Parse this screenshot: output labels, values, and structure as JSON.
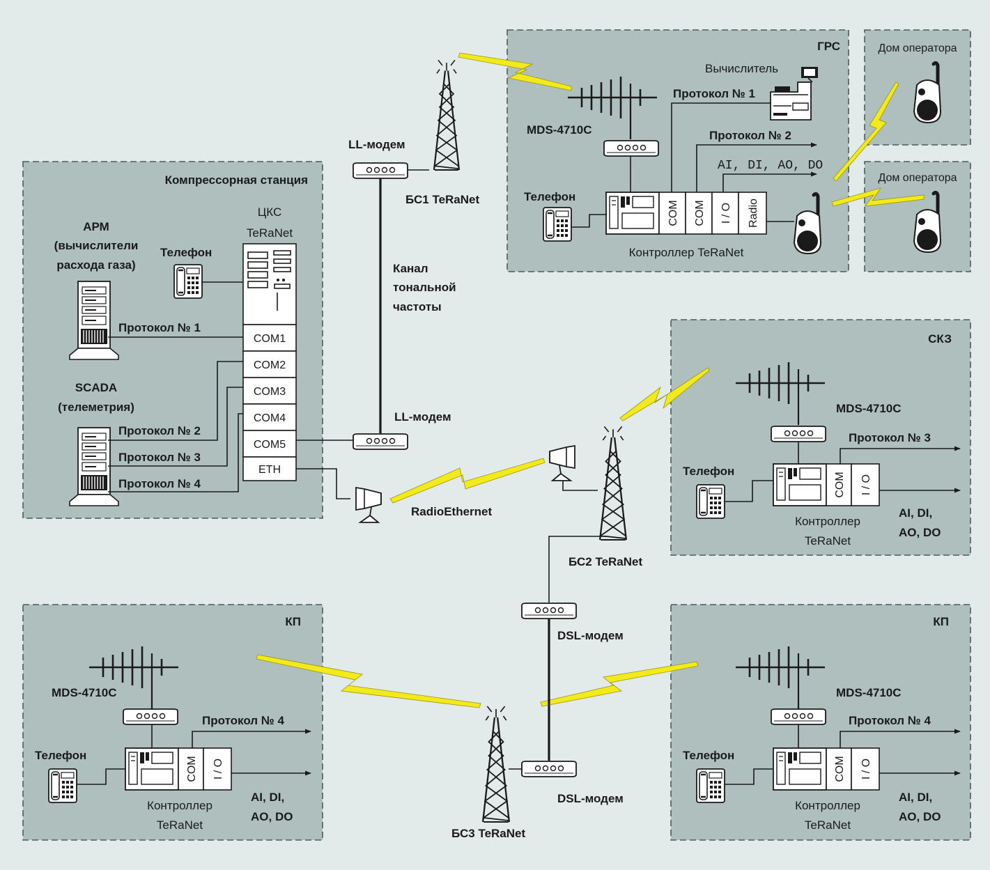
{
  "zones": {
    "compressor": "Компрессорная станция",
    "grs": "ГРС",
    "operator_top": "Дом оператора",
    "operator_bottom": "Дом оператора",
    "skz": "СКЗ",
    "kp_left": "КП",
    "kp_right": "КП"
  },
  "compressor": {
    "arm": [
      "АРМ",
      "(вычислители",
      "расхода газа)"
    ],
    "scada": [
      "SCADA",
      "(телеметрия)"
    ],
    "cks": [
      "ЦКС",
      "TeRaNet"
    ],
    "phone": "Телефон",
    "ports": [
      "COM1",
      "COM2",
      "COM3",
      "COM4",
      "COM5",
      "ETH"
    ],
    "protocols": [
      "Протокол № 1",
      "Протокол № 2",
      "Протокол № 3",
      "Протокол № 4"
    ]
  },
  "network": {
    "ll_modem_top": "LL-модем",
    "ll_modem_bottom": "LL-модем",
    "bs1": "БС1 TeRaNet",
    "bs2": "БС2 TeRaNet",
    "bs3": "БС3 TeRaNet",
    "channel": [
      "Канал",
      "тональной",
      "частоты"
    ],
    "radioethernet": "RadioEthernet",
    "dsl_top": "DSL-модем",
    "dsl_bottom": "DSL-модем"
  },
  "grs": {
    "radio": "MDS-4710C",
    "computer": "Вычислитель",
    "protocol1": "Протокол № 1",
    "protocol2": "Протокол № 2",
    "signals": "AI, DI, AO, DO",
    "phone": "Телефон",
    "controller": "Контроллер TeRaNet",
    "ports": [
      "COM",
      "COM",
      "I / O",
      "Radio"
    ]
  },
  "skz": {
    "radio": "MDS-4710C",
    "protocol": "Протокол № 3",
    "phone": "Телефон",
    "controller": [
      "Контроллер",
      "TeRaNet"
    ],
    "signals": [
      "AI, DI,",
      "AO, DO"
    ],
    "ports": [
      "COM",
      "I / O"
    ]
  },
  "kp_left": {
    "radio": "MDS-4710C",
    "protocol": "Протокол № 4",
    "phone": "Телефон",
    "controller": [
      "Контроллер",
      "TeRaNet"
    ],
    "signals": [
      "AI, DI,",
      "AO, DO"
    ],
    "ports": [
      "COM",
      "I / O"
    ]
  },
  "kp_right": {
    "radio": "MDS-4710C",
    "protocol": "Протокол № 4",
    "phone": "Телефон",
    "controller": [
      "Контроллер",
      "TeRaNet"
    ],
    "signals": [
      "AI, DI,",
      "AO, DO"
    ],
    "ports": [
      "COM",
      "I / O"
    ]
  },
  "colors": {
    "background": "#e2eaea",
    "zone": "#aebfbd",
    "lightning": "#f2ea1a"
  }
}
